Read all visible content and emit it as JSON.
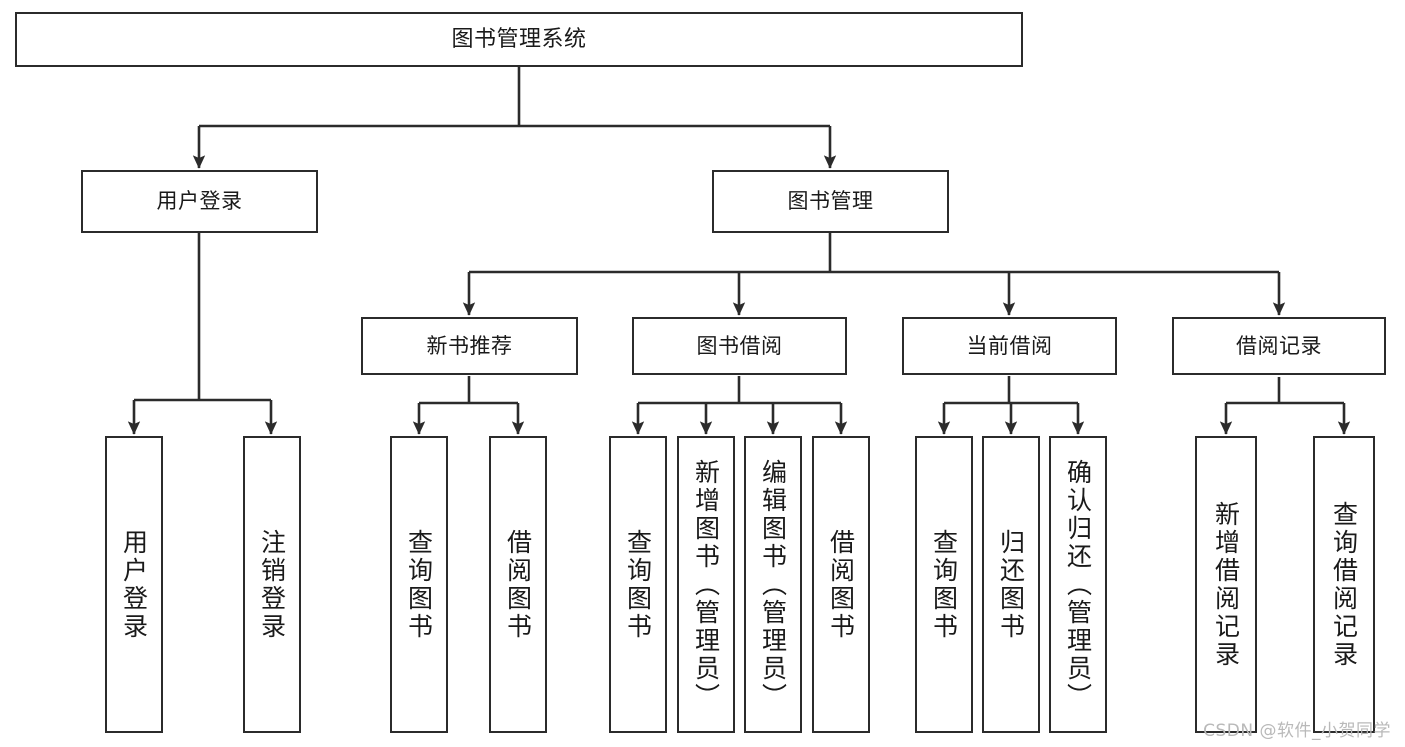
{
  "diagram": {
    "title": "图书管理系统",
    "watermark": "CSDN @软件_小贺同学",
    "colors": {
      "node_border": "#2b2b2b",
      "node_fill": "#ffffff",
      "edge": "#2b2b2b",
      "text": "#1a1a1a",
      "watermark": "#b9b9b9",
      "background": "#ffffff"
    }
  },
  "nodes": {
    "root": {
      "label": "图书管理系统"
    },
    "level2": [
      {
        "label": "用户登录"
      },
      {
        "label": "图书管理"
      }
    ],
    "level3": [
      {
        "label": "新书推荐"
      },
      {
        "label": "图书借阅"
      },
      {
        "label": "当前借阅"
      },
      {
        "label": "借阅记录"
      }
    ],
    "leaves": {
      "user_login": [
        {
          "label": "用户登录"
        },
        {
          "label": "注销登录"
        }
      ],
      "new_book_recommend": [
        {
          "label": "查询图书"
        },
        {
          "label": "借阅图书"
        }
      ],
      "book_borrow": [
        {
          "label": "查询图书"
        },
        {
          "label": "新增图书（管理员）"
        },
        {
          "label": "编辑图书（管理员）"
        },
        {
          "label": "借阅图书"
        }
      ],
      "current_borrow": [
        {
          "label": "查询图书"
        },
        {
          "label": "归还图书"
        },
        {
          "label": "确认归还（管理员）"
        }
      ],
      "borrow_record": [
        {
          "label": "新增借阅记录"
        },
        {
          "label": "查询借阅记录"
        }
      ]
    }
  },
  "chart_data": {
    "type": "tree",
    "title": "图书管理系统",
    "root": "图书管理系统",
    "edges": [
      [
        "图书管理系统",
        "用户登录"
      ],
      [
        "图书管理系统",
        "图书管理"
      ],
      [
        "用户登录",
        "用户登录"
      ],
      [
        "用户登录",
        "注销登录"
      ],
      [
        "图书管理",
        "新书推荐"
      ],
      [
        "图书管理",
        "图书借阅"
      ],
      [
        "图书管理",
        "当前借阅"
      ],
      [
        "图书管理",
        "借阅记录"
      ],
      [
        "新书推荐",
        "查询图书"
      ],
      [
        "新书推荐",
        "借阅图书"
      ],
      [
        "图书借阅",
        "查询图书"
      ],
      [
        "图书借阅",
        "新增图书（管理员）"
      ],
      [
        "图书借阅",
        "编辑图书（管理员）"
      ],
      [
        "图书借阅",
        "借阅图书"
      ],
      [
        "当前借阅",
        "查询图书"
      ],
      [
        "当前借阅",
        "归还图书"
      ],
      [
        "当前借阅",
        "确认归还（管理员）"
      ],
      [
        "借阅记录",
        "新增借阅记录"
      ],
      [
        "借阅记录",
        "查询借阅记录"
      ]
    ],
    "depth": 4,
    "node_count": 20
  }
}
